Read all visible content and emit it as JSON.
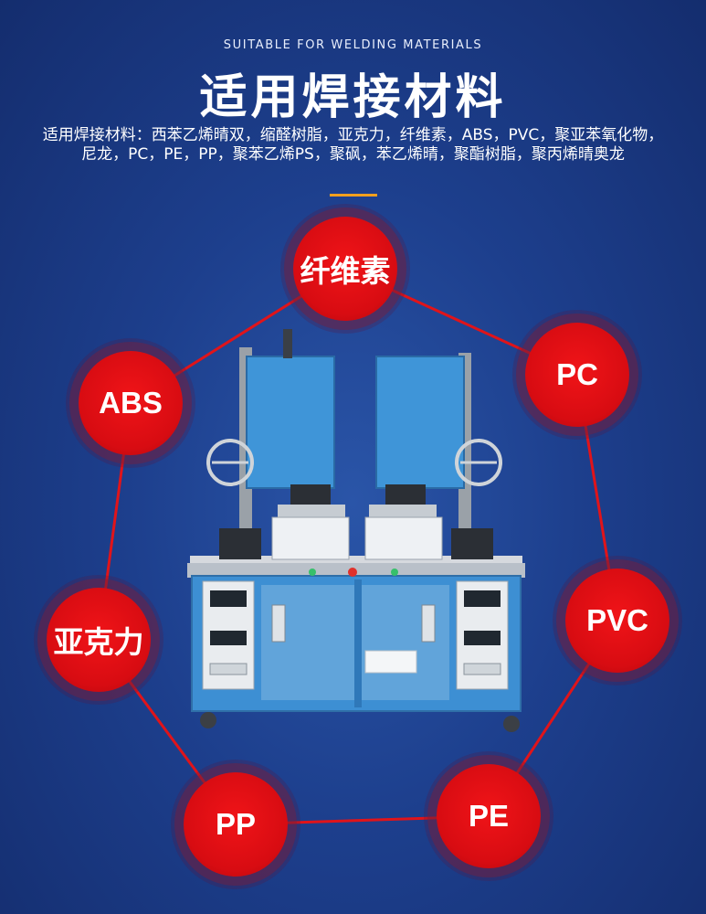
{
  "header": {
    "eyebrow": "SUITABLE FOR WELDING MATERIALS",
    "title": "适用焊接材料",
    "description": "适用焊接材料：西苯乙烯晴双，缩醛树脂，亚克力，纤维素，ABS，PVC，聚亚苯氧化物，尼龙，PC，PE，PP，聚苯乙烯PS，聚砜，苯乙烯晴，聚酯树脂，聚丙烯晴奥龙"
  },
  "materials": [
    {
      "label": "纤维素"
    },
    {
      "label": "PC"
    },
    {
      "label": "PVC"
    },
    {
      "label": "PE"
    },
    {
      "label": "PP"
    },
    {
      "label": "亚克力"
    },
    {
      "label": "ABS"
    }
  ],
  "colors": {
    "background": "#1d3f8d",
    "bubble": "#e00f14",
    "accent_line": "#f2a01e",
    "connector": "#e0141a"
  },
  "image": {
    "subject": "dual-head ultrasonic welding machine"
  }
}
